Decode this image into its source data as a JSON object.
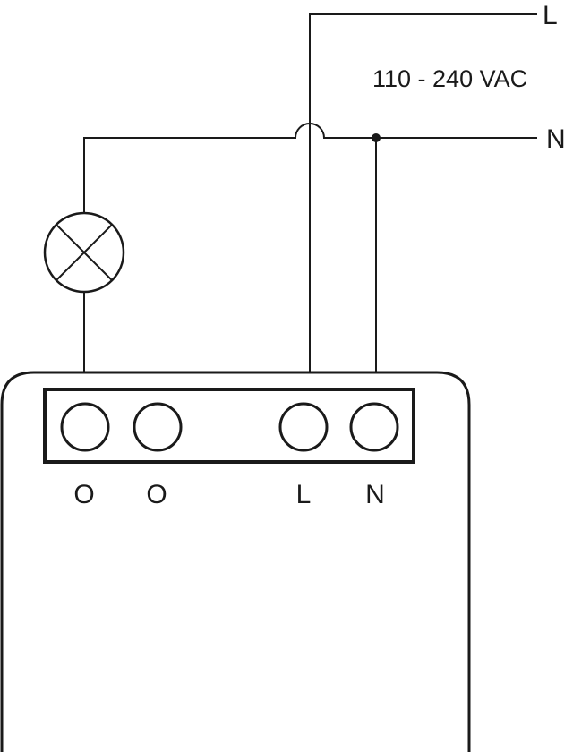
{
  "supply": {
    "line_label": "L",
    "neutral_label": "N",
    "voltage_label": "110 - 240 VAC"
  },
  "terminals": [
    {
      "id": "out1",
      "label": "O"
    },
    {
      "id": "out2",
      "label": "O"
    },
    {
      "id": "line",
      "label": "L"
    },
    {
      "id": "neutral",
      "label": "N"
    }
  ],
  "symbols": {
    "lamp": "lamp-icon",
    "junction": "junction-dot"
  }
}
